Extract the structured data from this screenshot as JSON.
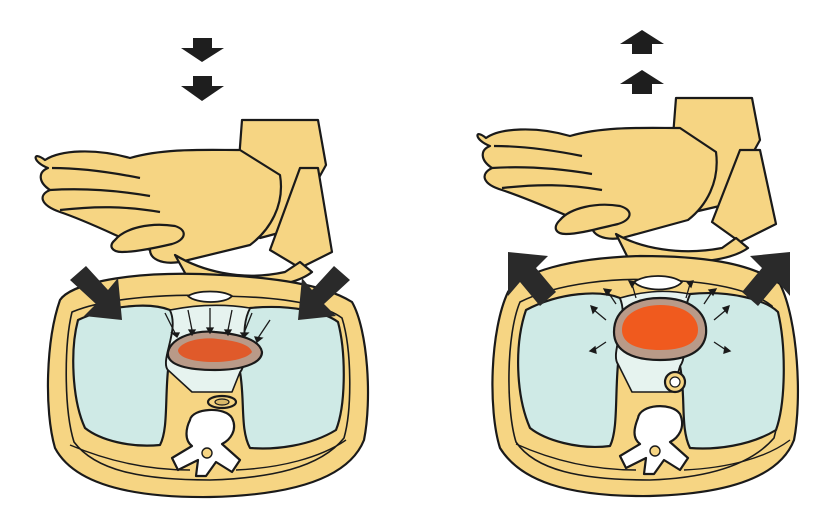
{
  "colors": {
    "background": "#ffffff",
    "skin": "#f6d583",
    "outline": "#1a1a1a",
    "lung": "#cfeae6",
    "heart_compressed": "#e05a2a",
    "heart_filled": "#f05a1e",
    "heart_wall": "#b99a88",
    "arrow": "#2a2a2a",
    "bone": "#ffffff"
  },
  "panels": [
    {
      "id": "compression",
      "direction": "down",
      "chest_force": "inward",
      "heart_state": "compressed"
    },
    {
      "id": "release",
      "direction": "up",
      "chest_force": "outward",
      "heart_state": "filled"
    }
  ]
}
